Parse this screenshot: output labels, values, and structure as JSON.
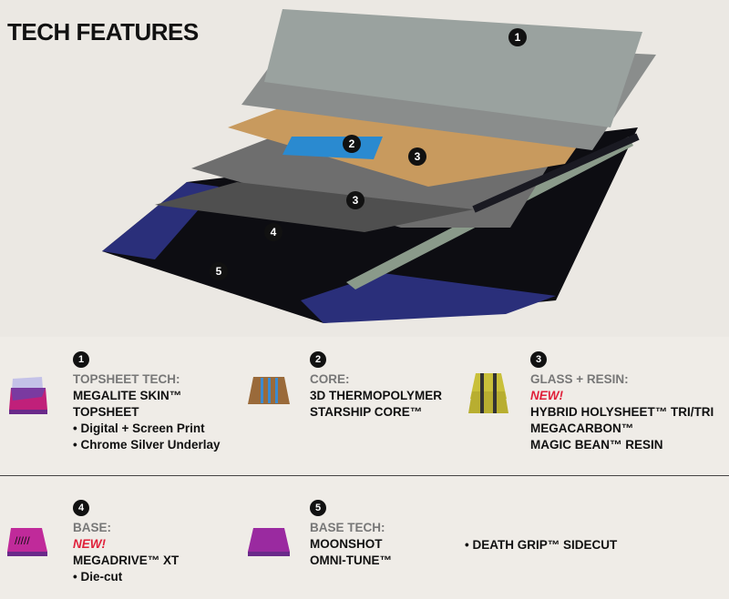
{
  "title": "TECH FEATURES",
  "board_markers": [
    "1",
    "2",
    "3",
    "3",
    "4",
    "5"
  ],
  "features": [
    {
      "num": "1",
      "label": "TOPSHEET TECH:",
      "lines": [
        "MEGALITE SKIN™",
        "TOPSHEET"
      ],
      "bullets": [
        "• Digital + Screen Print",
        "• Chrome Silver Underlay"
      ],
      "icon": "topsheet-icon"
    },
    {
      "num": "2",
      "label": "CORE:",
      "lines": [
        "3D THERMOPOLYMER",
        "STARSHIP CORE™"
      ],
      "icon": "core-icon"
    },
    {
      "num": "3",
      "label": "GLASS + RESIN:",
      "new": "NEW!",
      "lines": [
        "HYBRID HOLYSHEET™ TRI/TRI",
        "MEGACARBON™",
        "MAGIC BEAN™ RESIN"
      ],
      "icon": "glass-resin-icon"
    },
    {
      "num": "4",
      "label": "BASE:",
      "new": "NEW!",
      "lines": [
        "MEGADRIVE™ XT"
      ],
      "bullets": [
        "• Die-cut"
      ],
      "icon": "base-icon"
    },
    {
      "num": "5",
      "label": "BASE TECH:",
      "lines": [
        "MOONSHOT",
        "OMNI-TUNE™"
      ],
      "icon": "base-tech-icon"
    },
    {
      "bullets": [
        "• DEATH GRIP™ SIDECUT"
      ]
    }
  ],
  "colors": {
    "new": "#e0203a",
    "label": "#777777",
    "background": "#ebe8e3"
  }
}
